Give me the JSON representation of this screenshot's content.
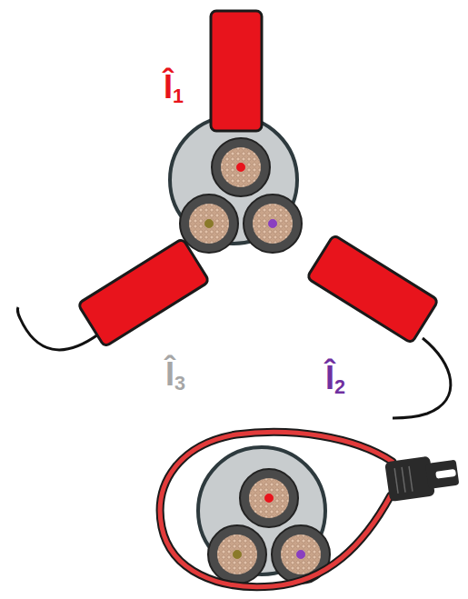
{
  "diagram": {
    "labels": [
      "Î1",
      "Î2",
      "Î3"
    ]
  }
}
